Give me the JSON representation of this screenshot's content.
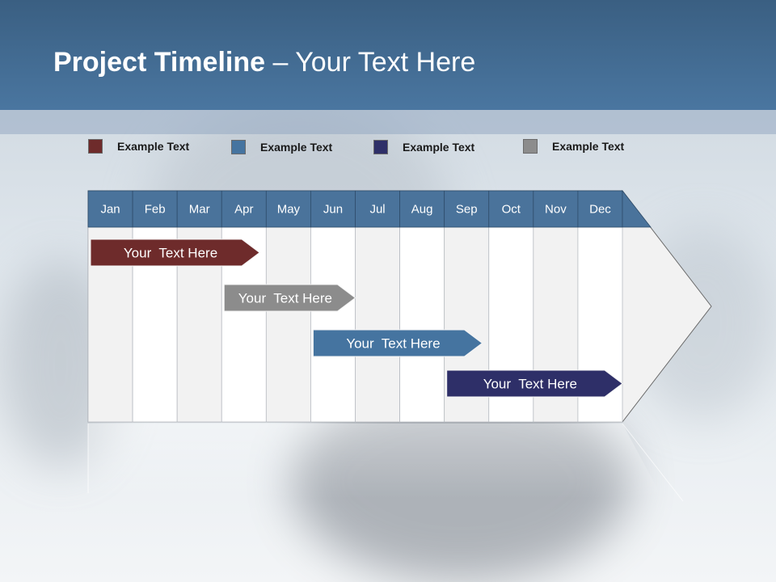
{
  "slide": {
    "title_bold": "Project Timeline",
    "title_rest": " – Your Text Here"
  },
  "legend": [
    {
      "label": "Example Text",
      "color": "#6e2b2b"
    },
    {
      "label": "Example Text",
      "color": "#4574a0"
    },
    {
      "label": "Example Text",
      "color": "#2e2f68"
    },
    {
      "label": "Example Text",
      "color": "#8c8c8c"
    }
  ],
  "timeline": {
    "months": [
      "Jan",
      "Feb",
      "Mar",
      "Apr",
      "May",
      "Jun",
      "Jul",
      "Aug",
      "Sep",
      "Oct",
      "Nov",
      "Dec"
    ],
    "tasks": [
      {
        "label": "Your  Text Here",
        "start": 0,
        "end": 3.85,
        "color": "#6e2b2b"
      },
      {
        "label": "Your  Text Here",
        "start": 3.0,
        "end": 6.0,
        "color": "#8c8c8c"
      },
      {
        "label": "Your  Text Here",
        "start": 5.0,
        "end": 8.85,
        "color": "#4574a0"
      },
      {
        "label": "Your  Text Here",
        "start": 8.0,
        "end": 12.0,
        "color": "#2e2f68"
      }
    ]
  },
  "colors": {
    "header": "#426b94",
    "month_header": "#4a739b",
    "panel": "#f2f2f2"
  }
}
